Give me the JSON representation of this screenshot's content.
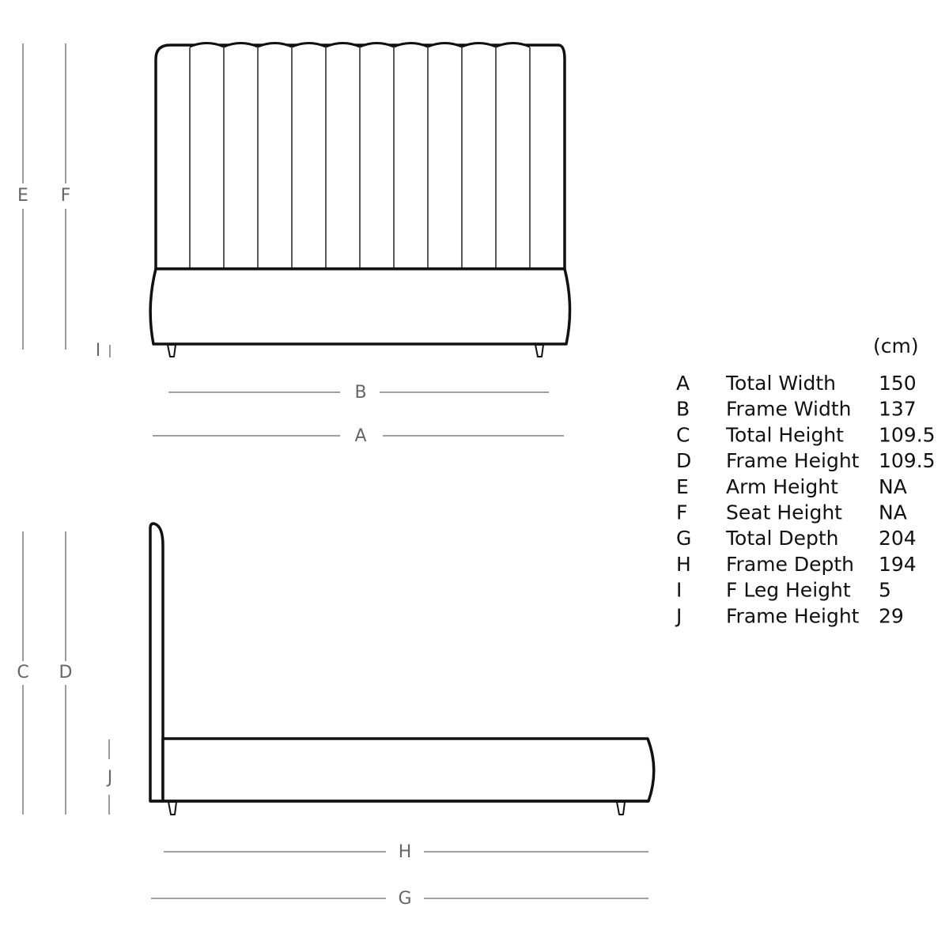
{
  "labels": {
    "A": "A",
    "B": "B",
    "C": "C",
    "D": "D",
    "E": "E",
    "F": "F",
    "G": "G",
    "H": "H",
    "I": "I",
    "J": "J"
  },
  "table": {
    "unit": "(cm)",
    "rows": [
      {
        "key": "A",
        "name": "Total Width",
        "value": "150"
      },
      {
        "key": "B",
        "name": "Frame Width",
        "value": "137"
      },
      {
        "key": "C",
        "name": "Total Height",
        "value": "109.5"
      },
      {
        "key": "D",
        "name": "Frame Height",
        "value": "109.5"
      },
      {
        "key": "E",
        "name": "Arm Height",
        "value": "NA"
      },
      {
        "key": "F",
        "name": "Seat Height",
        "value": "NA"
      },
      {
        "key": "G",
        "name": "Total Depth",
        "value": "204"
      },
      {
        "key": "H",
        "name": "Frame Depth",
        "value": "194"
      },
      {
        "key": "I",
        "name": "F Leg Height",
        "value": "5"
      },
      {
        "key": "J",
        "name": "Frame Height",
        "value": "29"
      }
    ]
  }
}
